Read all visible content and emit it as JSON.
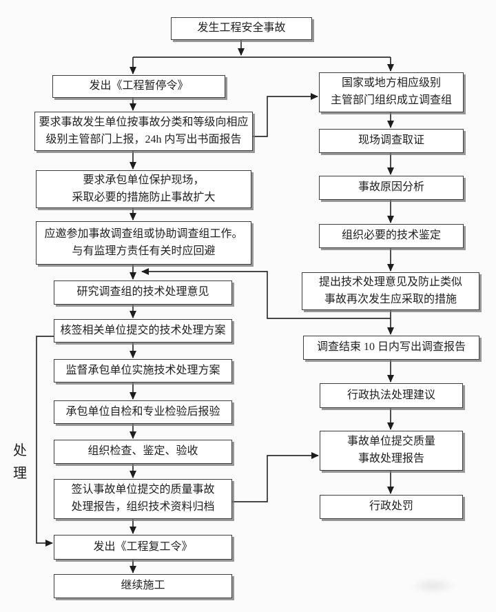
{
  "diagram": {
    "start": {
      "label": "发生工程安全事故"
    },
    "side_label": "处理",
    "left_column": [
      {
        "label": "发出《工程暂停令》"
      },
      {
        "label": "要求事故发生单位按事故分类和等级向相应\n级别主管部门上报，24h 内写出书面报告"
      },
      {
        "label": "要求承包单位保护现场，\n采取必要的措施防止事故扩大"
      },
      {
        "label": "应邀参加事故调查组或协助调查组工作。\n与有监理方责任有关时应回避"
      },
      {
        "label": "研究调查组的技术处理意见"
      },
      {
        "label": "核签相关单位提交的技术处理方案"
      },
      {
        "label": "监督承包单位实施技术处理方案"
      },
      {
        "label": "承包单位自检和专业检验后报验"
      },
      {
        "label": "组织检查、鉴定、验收"
      },
      {
        "label": "签认事故单位提交的质量事故\n处理报告，组织技术资料归档"
      },
      {
        "label": "发出《工程复工令》"
      },
      {
        "label": "继续施工"
      }
    ],
    "right_column": [
      {
        "label": "国家或地方相应级别\n主管部门组织成立调查组"
      },
      {
        "label": "现场调查取证"
      },
      {
        "label": "事故原因分析"
      },
      {
        "label": "组织必要的技术鉴定"
      },
      {
        "label": "提出技术处理意见及防止类似\n事故再次发生应采取的措施"
      },
      {
        "label": "调查结束 10 日内写出调查报告"
      },
      {
        "label": "行政执法处理建议"
      },
      {
        "label": "事故单位提交质量\n事故处理报告"
      },
      {
        "label": "行政处罚"
      }
    ],
    "colors": {
      "line": "#2e2e2e",
      "box_border": "#3d3d3d",
      "box_fill": "#ffffff",
      "shadow": "#767676",
      "background": "#fcfbfb"
    }
  }
}
